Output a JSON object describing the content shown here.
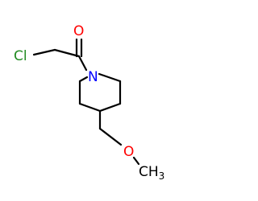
{
  "molecule": {
    "atoms": {
      "oxygen_carbonyl": "O",
      "chlorine": "Cl",
      "nitrogen": "N",
      "oxygen_ether": "O",
      "methyl": "CH",
      "methyl_subscript": "3"
    },
    "colors": {
      "bond": "#000000",
      "oxygen": "#ff0000",
      "nitrogen": "#0000ff",
      "chlorine": "#228b22",
      "carbon": "#000000"
    }
  }
}
